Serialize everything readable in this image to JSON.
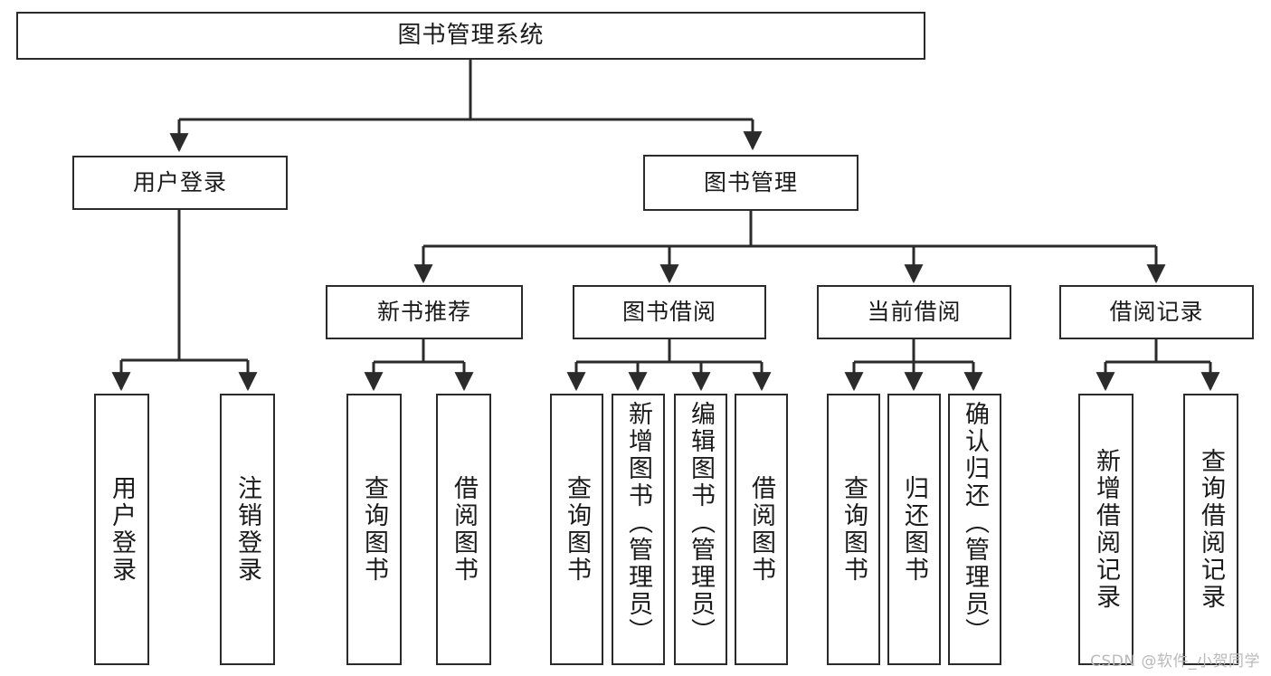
{
  "diagram": {
    "title": "图书管理系统",
    "type": "tree-hierarchy-chart",
    "stroke_color": "#2b2b2b",
    "background_color": "#ffffff",
    "text_color": "#1a1a1a"
  },
  "nodes": {
    "root": {
      "label": "图书管理系统"
    },
    "level2": [
      {
        "label": "用户登录"
      },
      {
        "label": "图书管理"
      }
    ],
    "level3": [
      {
        "label": "新书推荐"
      },
      {
        "label": "图书借阅"
      },
      {
        "label": "当前借阅"
      },
      {
        "label": "借阅记录"
      }
    ],
    "leaves": {
      "user_login": [
        {
          "label": "用户登录"
        },
        {
          "label": "注销登录"
        }
      ],
      "new_book_recommend": [
        {
          "label": "查询图书"
        },
        {
          "label": "借阅图书"
        }
      ],
      "book_borrow": [
        {
          "label": "查询图书"
        },
        {
          "label": "新增图书（管理员）"
        },
        {
          "label": "编辑图书（管理员）"
        },
        {
          "label": "借阅图书"
        }
      ],
      "current_borrow": [
        {
          "label": "查询图书"
        },
        {
          "label": "归还图书"
        },
        {
          "label": "确认归还（管理员）"
        }
      ],
      "borrow_record": [
        {
          "label": "新增借阅记录"
        },
        {
          "label": "查询借阅记录"
        }
      ]
    }
  },
  "watermark": {
    "text": "CSDN @软件_小贺同学"
  }
}
